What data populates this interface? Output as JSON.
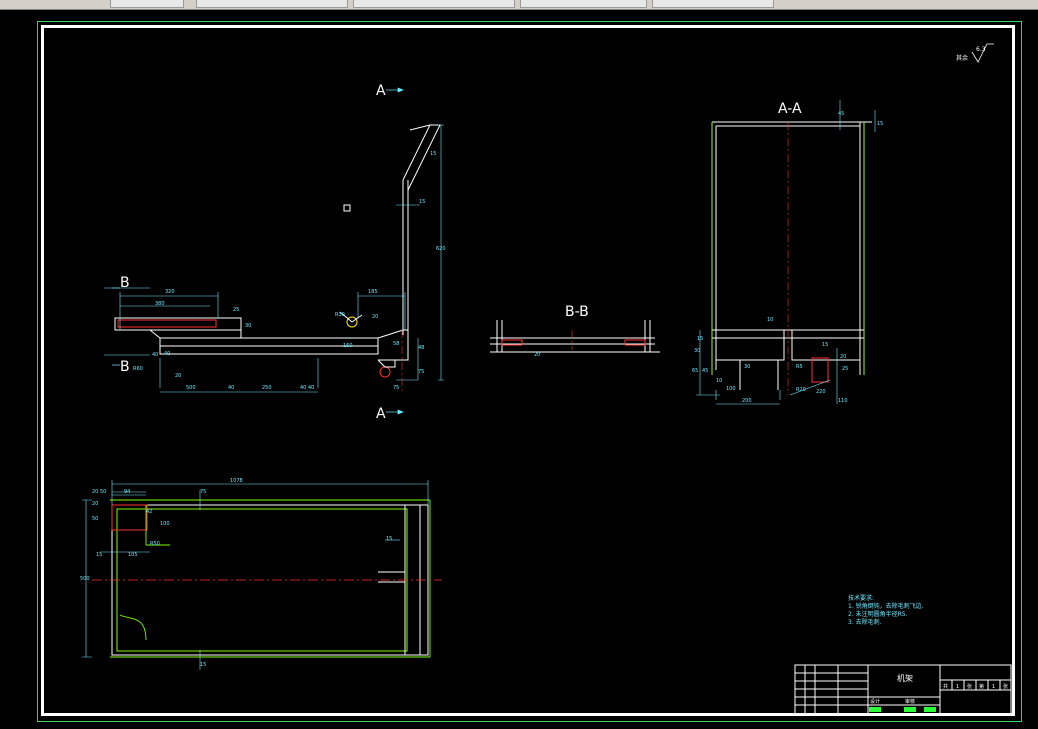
{
  "section_labels": {
    "a_top": "A",
    "a_bottom": "A",
    "b_top": "B",
    "b_bottom": "B",
    "section_aa": "A-A",
    "section_bb": "B-B"
  },
  "surface_finish": {
    "label": "其余",
    "value": "6.3"
  },
  "notes": {
    "title": "技术要求:",
    "lines": [
      "1. 锐角倒钝，去除毛刺飞边.",
      "2. 未注明圆角半径R5.",
      "3. 去除毛刺."
    ]
  },
  "title_block": {
    "part_name": "机架",
    "cells": [
      "共",
      "1",
      "张",
      "第",
      "1",
      "张"
    ],
    "designer_label": "设计",
    "checker_label": "审核"
  },
  "dimensions": {
    "side_view": [
      "320",
      "380",
      "25",
      "15",
      "620",
      "15",
      "185",
      "R30",
      "160",
      "58",
      "20",
      "48",
      "75",
      "75",
      "R60",
      "40",
      "40",
      "20",
      "30",
      "40",
      "250",
      "40",
      "500",
      "40"
    ],
    "section_aa": [
      "45",
      "15",
      "10",
      "15",
      "30",
      "65",
      "45",
      "100",
      "30",
      "R5",
      "15",
      "20",
      "25",
      "200",
      "10",
      "R20",
      "220",
      "110"
    ],
    "section_bb": [
      "20"
    ],
    "plan_view": [
      "1078",
      "20",
      "50",
      "94",
      "75",
      "20",
      "50",
      "42",
      "100",
      "R50",
      "15",
      "105",
      "500",
      "15",
      "15"
    ]
  },
  "colors": {
    "background": "#000000",
    "outline": "#ffffff",
    "frame": "#38d65a",
    "centerline": "#ff3030",
    "dimension": "#6fe8ff",
    "hidden": "#7cfc00"
  }
}
